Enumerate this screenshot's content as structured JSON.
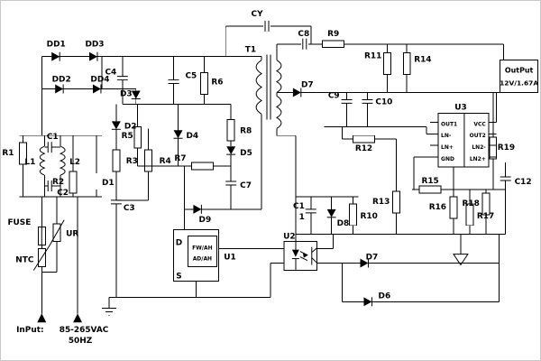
{
  "labels": {
    "dd1": "DD1",
    "dd2": "DD2",
    "dd3": "DD3",
    "dd4": "DD4",
    "r1": "R1",
    "r2": "R2",
    "r3": "R3",
    "r4": "R4",
    "r5": "R5",
    "r6": "R6",
    "r7": "R7",
    "r8": "R8",
    "r9": "R9",
    "r10": "R10",
    "r11": "R11",
    "r12": "R12",
    "r13": "R13",
    "r14": "R14",
    "r15": "R15",
    "r16": "R16",
    "r17": "R17",
    "r18": "R18",
    "r19": "R19",
    "c1": "C1",
    "c2": "C2",
    "c3": "C3",
    "c4": "C4",
    "c5": "C5",
    "c7": "C7",
    "c8": "C8",
    "c9": "C9",
    "c10": "C10",
    "c11_top": "C1",
    "c11_bottom": "1",
    "c12": "C12",
    "cy": "CY",
    "d1": "D1",
    "d2": "D2",
    "d3": "D3",
    "d4": "D4",
    "d5": "D5",
    "d7_sec": "D7",
    "d7_low": "D7",
    "d6_low": "D6",
    "d8": "D8",
    "d9": "D9",
    "l1": "L1",
    "l2": "L2",
    "t1": "T1",
    "u1": "U1",
    "u2": "U2",
    "u3": "U3",
    "fuse": "FUSE",
    "ur": "UR",
    "ntc": "NTC"
  },
  "u1_chip": {
    "pin_d": "D",
    "pin_s": "S",
    "marking_line1": "FW/AH",
    "marking_line2": "AD/AH"
  },
  "u3_chip": {
    "pins_left": [
      "OUT1",
      "LN-",
      "LN+",
      "GND"
    ],
    "pins_right": [
      "VCC",
      "OUT2",
      "LN2-",
      "LN2+"
    ]
  },
  "output": {
    "title": "OutPut",
    "rating": "12V/1.67A"
  },
  "input": {
    "title": "InPut:",
    "voltage": "85-265VAC",
    "frequency": "50HZ"
  }
}
